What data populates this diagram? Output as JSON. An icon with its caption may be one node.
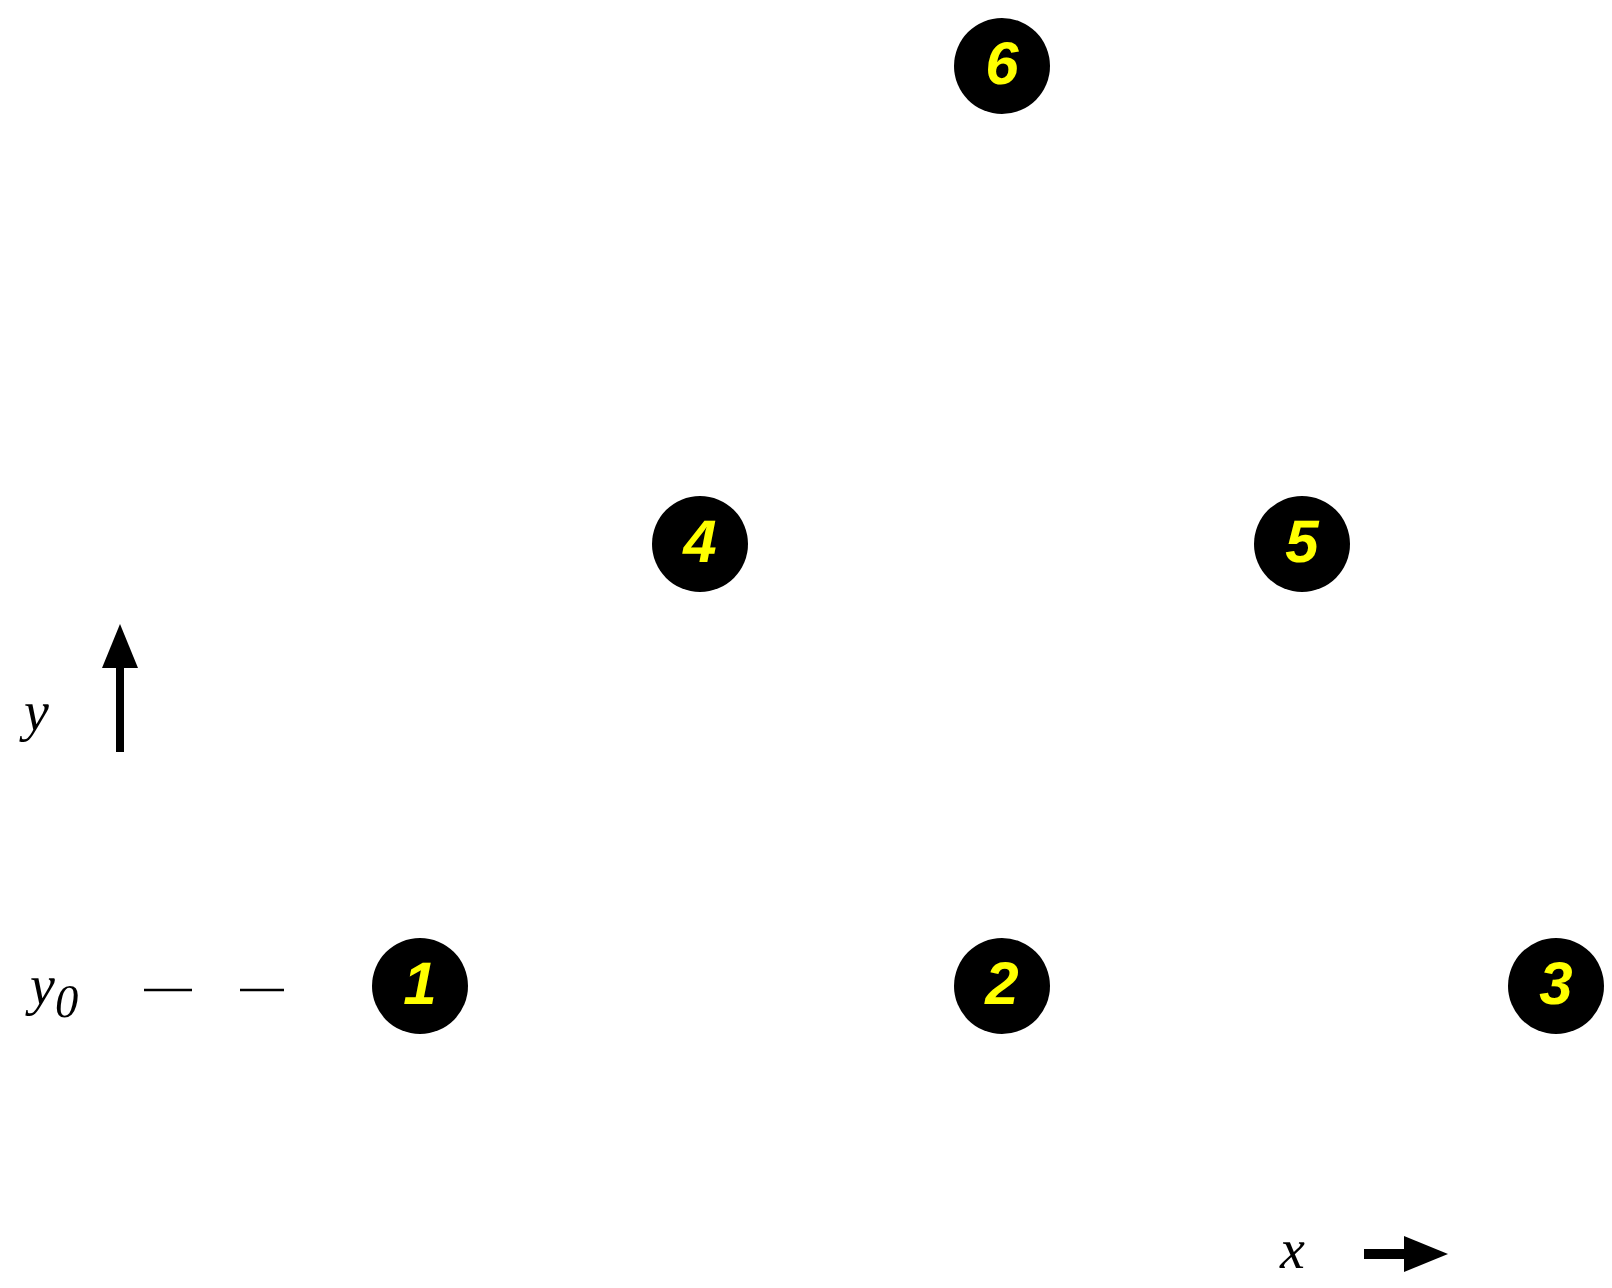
{
  "diagram": {
    "nodes": [
      {
        "text": [
          "6"
        ]
      },
      {
        "text": [
          "4"
        ]
      },
      {
        "text": [
          "5"
        ]
      },
      {
        "text": [
          "1"
        ]
      },
      {
        "text": [
          "2"
        ]
      },
      {
        "text": [
          "3"
        ]
      }
    ],
    "edges": [],
    "labels": [
      "y",
      "y$_{0}$",
      "x"
    ]
  }
}
